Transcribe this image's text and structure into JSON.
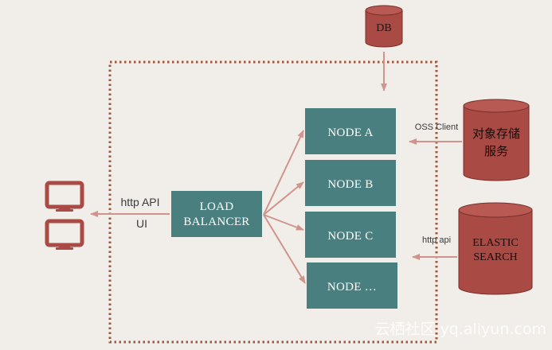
{
  "nodes": {
    "db": "DB",
    "node_a": "NODE A",
    "node_b": "NODE B",
    "node_c": "NODE C",
    "node_more": "NODE …",
    "load_balancer_line1": "LOAD",
    "load_balancer_line2": "BALANCER",
    "object_storage_line1": "对象存储",
    "object_storage_line2": "服务",
    "elastic_line1": "ELASTIC",
    "elastic_line2": "SEARCH"
  },
  "edges": {
    "http_api": "http API",
    "ui": "UI",
    "oss_client": "OSS Client",
    "http_api_lower": "http api"
  },
  "watermark": "云栖社区 yq.aliyun.com",
  "colors": {
    "background": "#f1eeea",
    "node_teal": "#4a7f80",
    "db_red": "#a94a44",
    "arrow": "#cf948c",
    "boundary": "#a0563c"
  }
}
